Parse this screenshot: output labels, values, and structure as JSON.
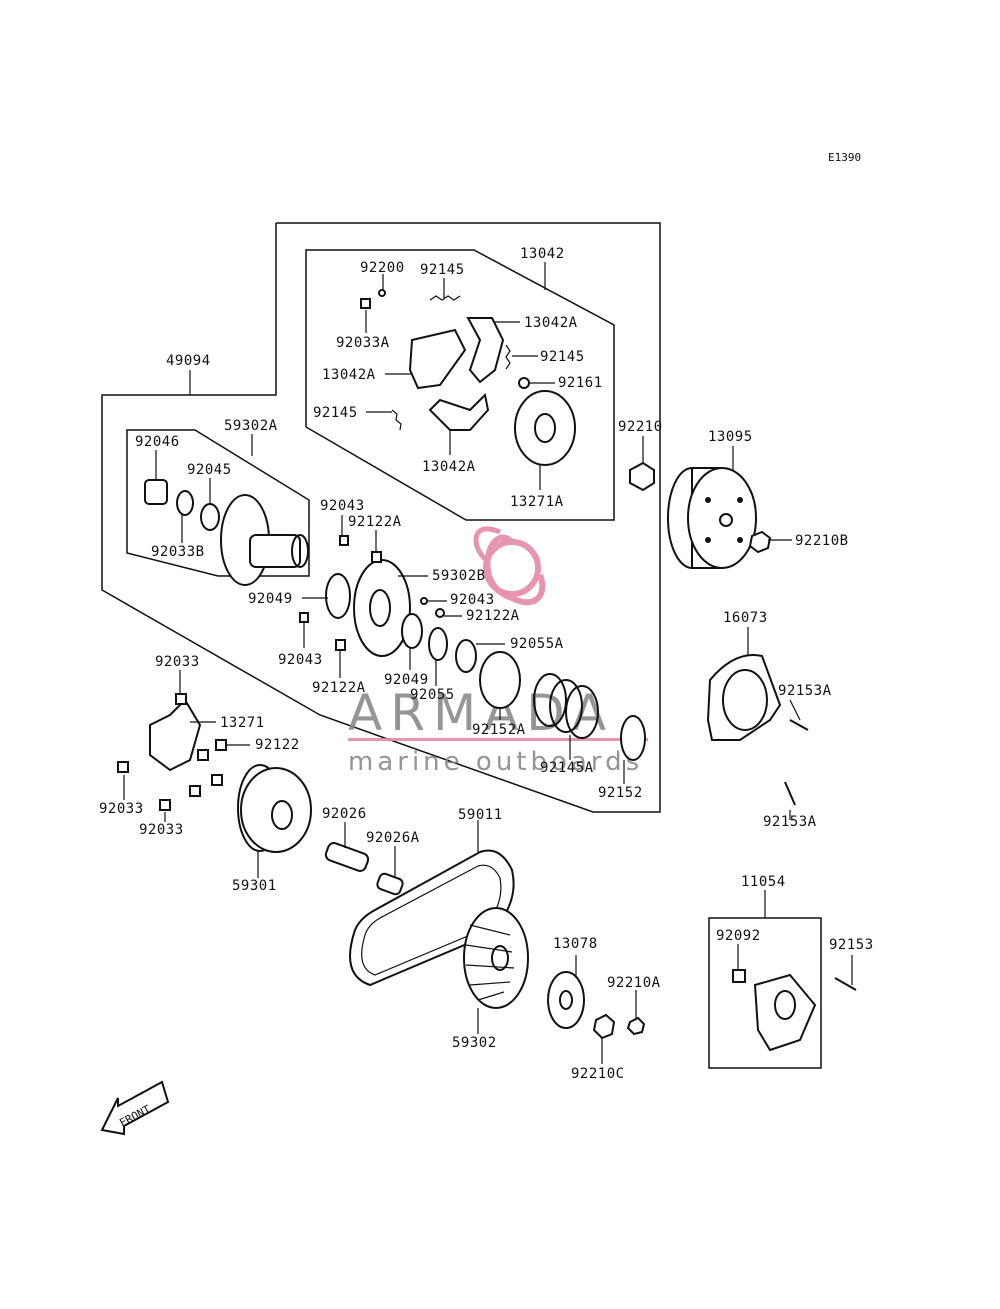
{
  "diagram": {
    "figure_code": "E1390",
    "labels": {
      "l13042": "13042",
      "l92200": "92200",
      "l92145_top": "92145",
      "l13042A_top": "13042A",
      "l92033A": "92033A",
      "l92145_mid": "92145",
      "l13042A_left": "13042A",
      "l92161": "92161",
      "l92145_left": "92145",
      "l13042A_bottom": "13042A",
      "l13271A": "13271A",
      "l92210": "92210",
      "l13095": "13095",
      "l92210B": "92210B",
      "l49094": "49094",
      "l59302A": "59302A",
      "l92046": "92046",
      "l92045": "92045",
      "l92033B": "92033B",
      "l92043_a": "92043",
      "l92122A_a": "92122A",
      "l59302B": "59302B",
      "l92049_a": "92049",
      "l92043_b": "92043",
      "l92122A_b": "92122A",
      "l92043_c": "92043",
      "l92055A": "92055A",
      "l92049_b": "92049",
      "l92122A_c": "92122A",
      "l92055": "92055",
      "l92152A": "92152A",
      "l92145A": "92145A",
      "l92152": "92152",
      "l16073": "16073",
      "l92153A_top": "92153A",
      "l92153A_bottom": "92153A",
      "l92033_top": "92033",
      "l13271": "13271",
      "l92122": "92122",
      "l92033_left": "92033",
      "l92033_bottom": "92033",
      "l92026": "92026",
      "l92026A": "92026A",
      "l59011": "59011",
      "l59301": "59301",
      "l11054": "11054",
      "l92092": "92092",
      "l92153": "92153",
      "l13078": "13078",
      "l92210A": "92210A",
      "l59302": "59302",
      "l92210C": "92210C"
    },
    "front_label": "FRONT"
  },
  "watermark": {
    "brand": "ARMADA",
    "tagline": "marine outboards",
    "logo_color": "#e58aa6",
    "text_color": "#8a8a8a"
  }
}
